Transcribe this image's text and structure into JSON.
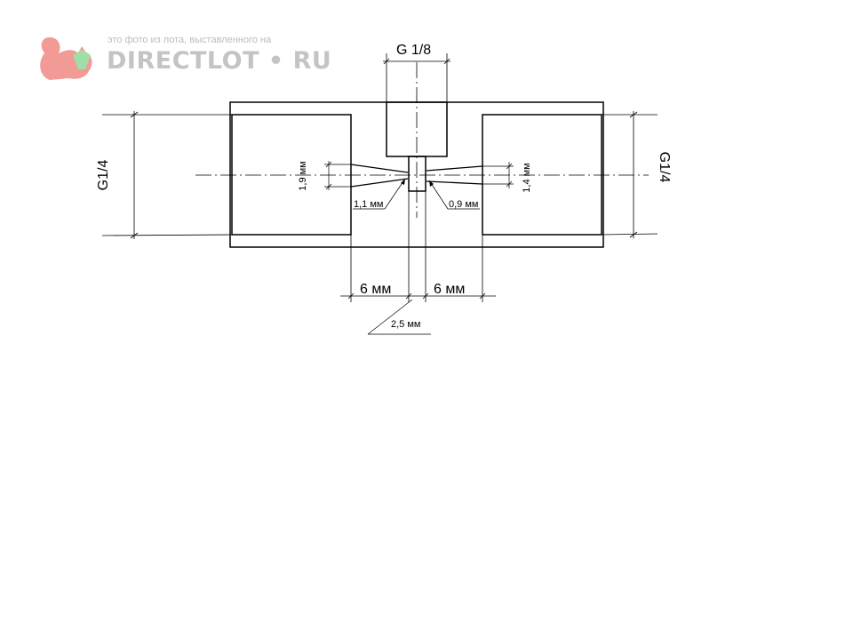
{
  "watermark": {
    "caption": "это фото из лота, выставленного на",
    "brand": "DIRECTLOT • RU",
    "logo_color": "#f08a84",
    "gem_color": "#8fd99a"
  },
  "drawing": {
    "labels": {
      "top_port": "G 1/8",
      "left_port": "G1/4",
      "right_port": "G1/4",
      "left_bore": "1,9 мм",
      "right_bore": "1,4 мм",
      "left_orifice": "1,1 мм",
      "right_orifice": "0,9 мм",
      "left_length": "6 мм",
      "right_length": "6 мм",
      "center_hole": "2,5 мм"
    }
  }
}
